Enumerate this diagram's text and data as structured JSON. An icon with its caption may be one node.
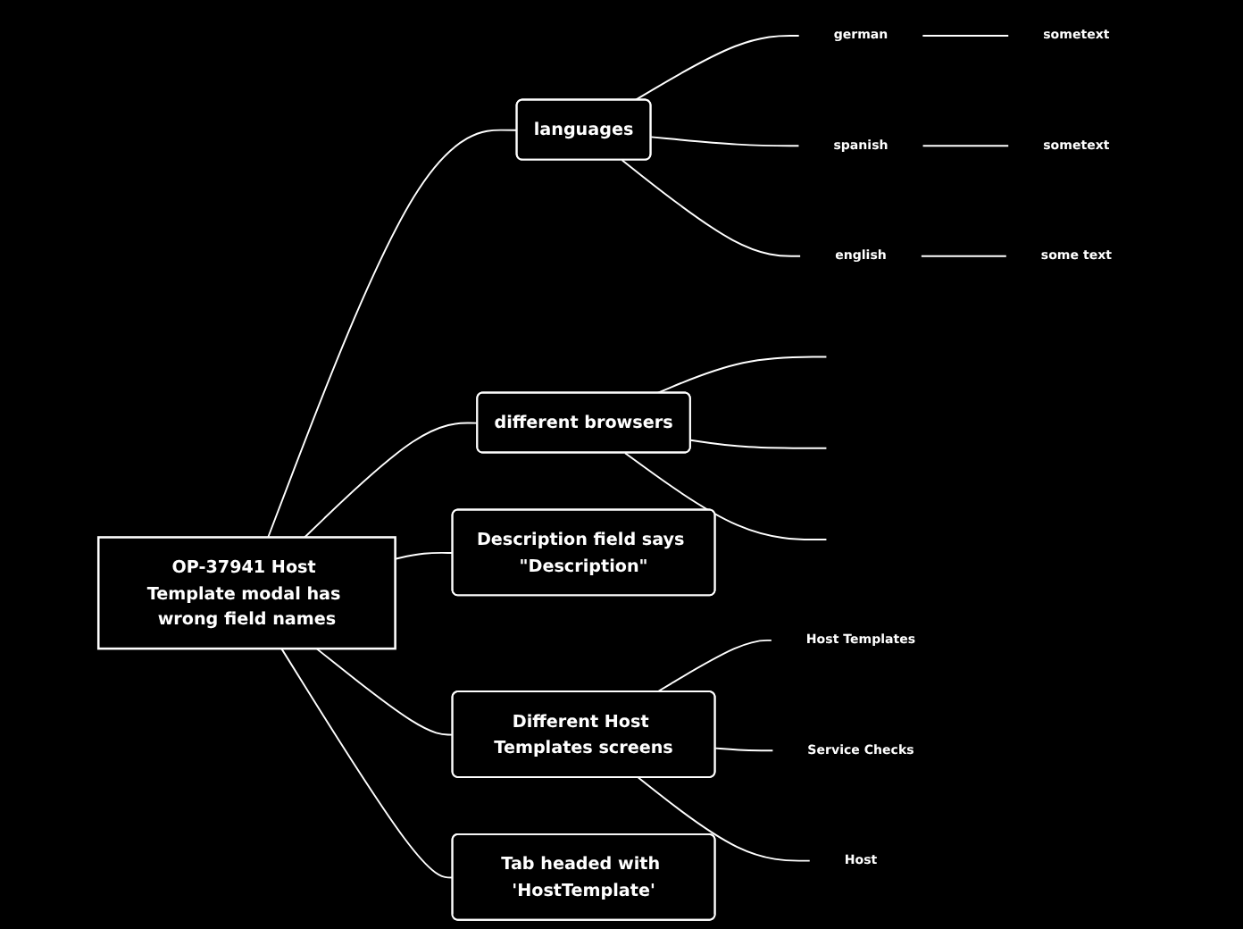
{
  "diagram": {
    "nodes": [
      {
        "text": [
          "OP-37941 Host Template modal has wrong field names"
        ]
      },
      {
        "text": [
          "languages"
        ]
      },
      {
        "text": [
          "german"
        ]
      },
      {
        "text": [
          "sometext"
        ]
      },
      {
        "text": [
          "spanish"
        ]
      },
      {
        "text": [
          "sometext"
        ]
      },
      {
        "text": [
          "english"
        ]
      },
      {
        "text": [
          "some text"
        ]
      },
      {
        "text": [
          "different browsers"
        ]
      },
      {
        "text": [],
        "shape": "line"
      },
      {
        "text": [],
        "shape": "line"
      },
      {
        "text": [],
        "shape": "line"
      },
      {
        "text": [
          "Description field says \"Description\""
        ]
      },
      {
        "text": [
          "Different Host Templates screens"
        ]
      },
      {
        "text": [
          "Host Templates"
        ]
      },
      {
        "text": [
          "Service Checks"
        ]
      },
      {
        "text": [
          "Host"
        ]
      },
      {
        "text": [
          "Tab headed with 'HostTemplate'"
        ]
      }
    ],
    "edges": [
      {
        "from": 0,
        "to": 1,
        "arrow": "none"
      },
      {
        "from": 1,
        "to": 2,
        "arrow": "none"
      },
      {
        "from": 2,
        "to": 3,
        "arrow": "none"
      },
      {
        "from": 1,
        "to": 4,
        "arrow": "none"
      },
      {
        "from": 4,
        "to": 5,
        "arrow": "none"
      },
      {
        "from": 1,
        "to": 6,
        "arrow": "none"
      },
      {
        "from": 6,
        "to": 7,
        "arrow": "none"
      },
      {
        "from": 0,
        "to": 8,
        "arrow": "none"
      },
      {
        "from": 8,
        "to": 9,
        "arrow": "none"
      },
      {
        "from": 8,
        "to": 10,
        "arrow": "none"
      },
      {
        "from": 8,
        "to": 11,
        "arrow": "none"
      },
      {
        "from": 0,
        "to": 12,
        "arrow": "none"
      },
      {
        "from": 0,
        "to": 13,
        "arrow": "none"
      },
      {
        "from": 13,
        "to": 14,
        "arrow": "none"
      },
      {
        "from": 13,
        "to": 15,
        "arrow": "none"
      },
      {
        "from": 13,
        "to": 16,
        "arrow": "none"
      },
      {
        "from": 0,
        "to": 17,
        "arrow": "none"
      }
    ]
  }
}
